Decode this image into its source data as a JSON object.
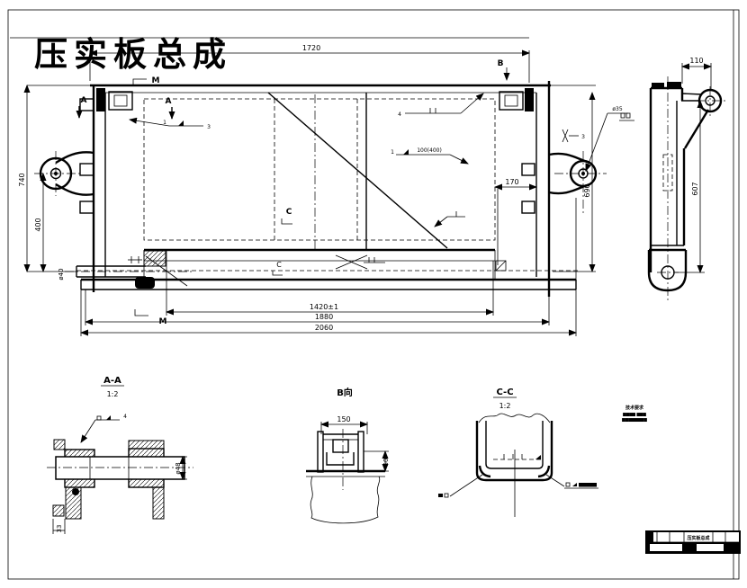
{
  "title": {
    "text": "压实板总成",
    "color": "#dd1010"
  },
  "front_view": {
    "dim_top": "1720",
    "dim_left_outer": "740",
    "dim_left_inner": "400",
    "label_shaft": "ø40",
    "dim_right_offset": "170",
    "dim_right_height": "690",
    "label_hole": "ø35",
    "dim_bottom_inner": "1420±1",
    "dim_bottom_mid": "1880",
    "dim_bottom_outer": "2060",
    "marker_m_top": "M",
    "marker_m_bottom": "M",
    "marker_a1": "A",
    "marker_a2": "A",
    "marker_b": "B",
    "marker_c1": "C",
    "marker_c2": "C",
    "weld1_num": "1",
    "weld1_size": "3",
    "weld2_num": "4",
    "weld3_num": "1",
    "weld3_spec": "100(400)",
    "weld4_num": "3"
  },
  "side_view": {
    "dim_width": "110",
    "dim_height": "607"
  },
  "section_aa": {
    "title": "A-A",
    "scale": "1:2",
    "weld_num": "4",
    "dim_dia": "ø48",
    "dim_thk": "33"
  },
  "view_b": {
    "title": "B向",
    "dim_width": "150",
    "dim_height": "50"
  },
  "section_cc": {
    "title": "C-C",
    "scale": "1:2"
  },
  "notes": {
    "title": "技术要求",
    "line1": "▆▆▆▆ ▆▆▆",
    "line2": "▆▆▆▆▆▆▆▆"
  },
  "title_block": {
    "part_name": "压实板总成"
  }
}
